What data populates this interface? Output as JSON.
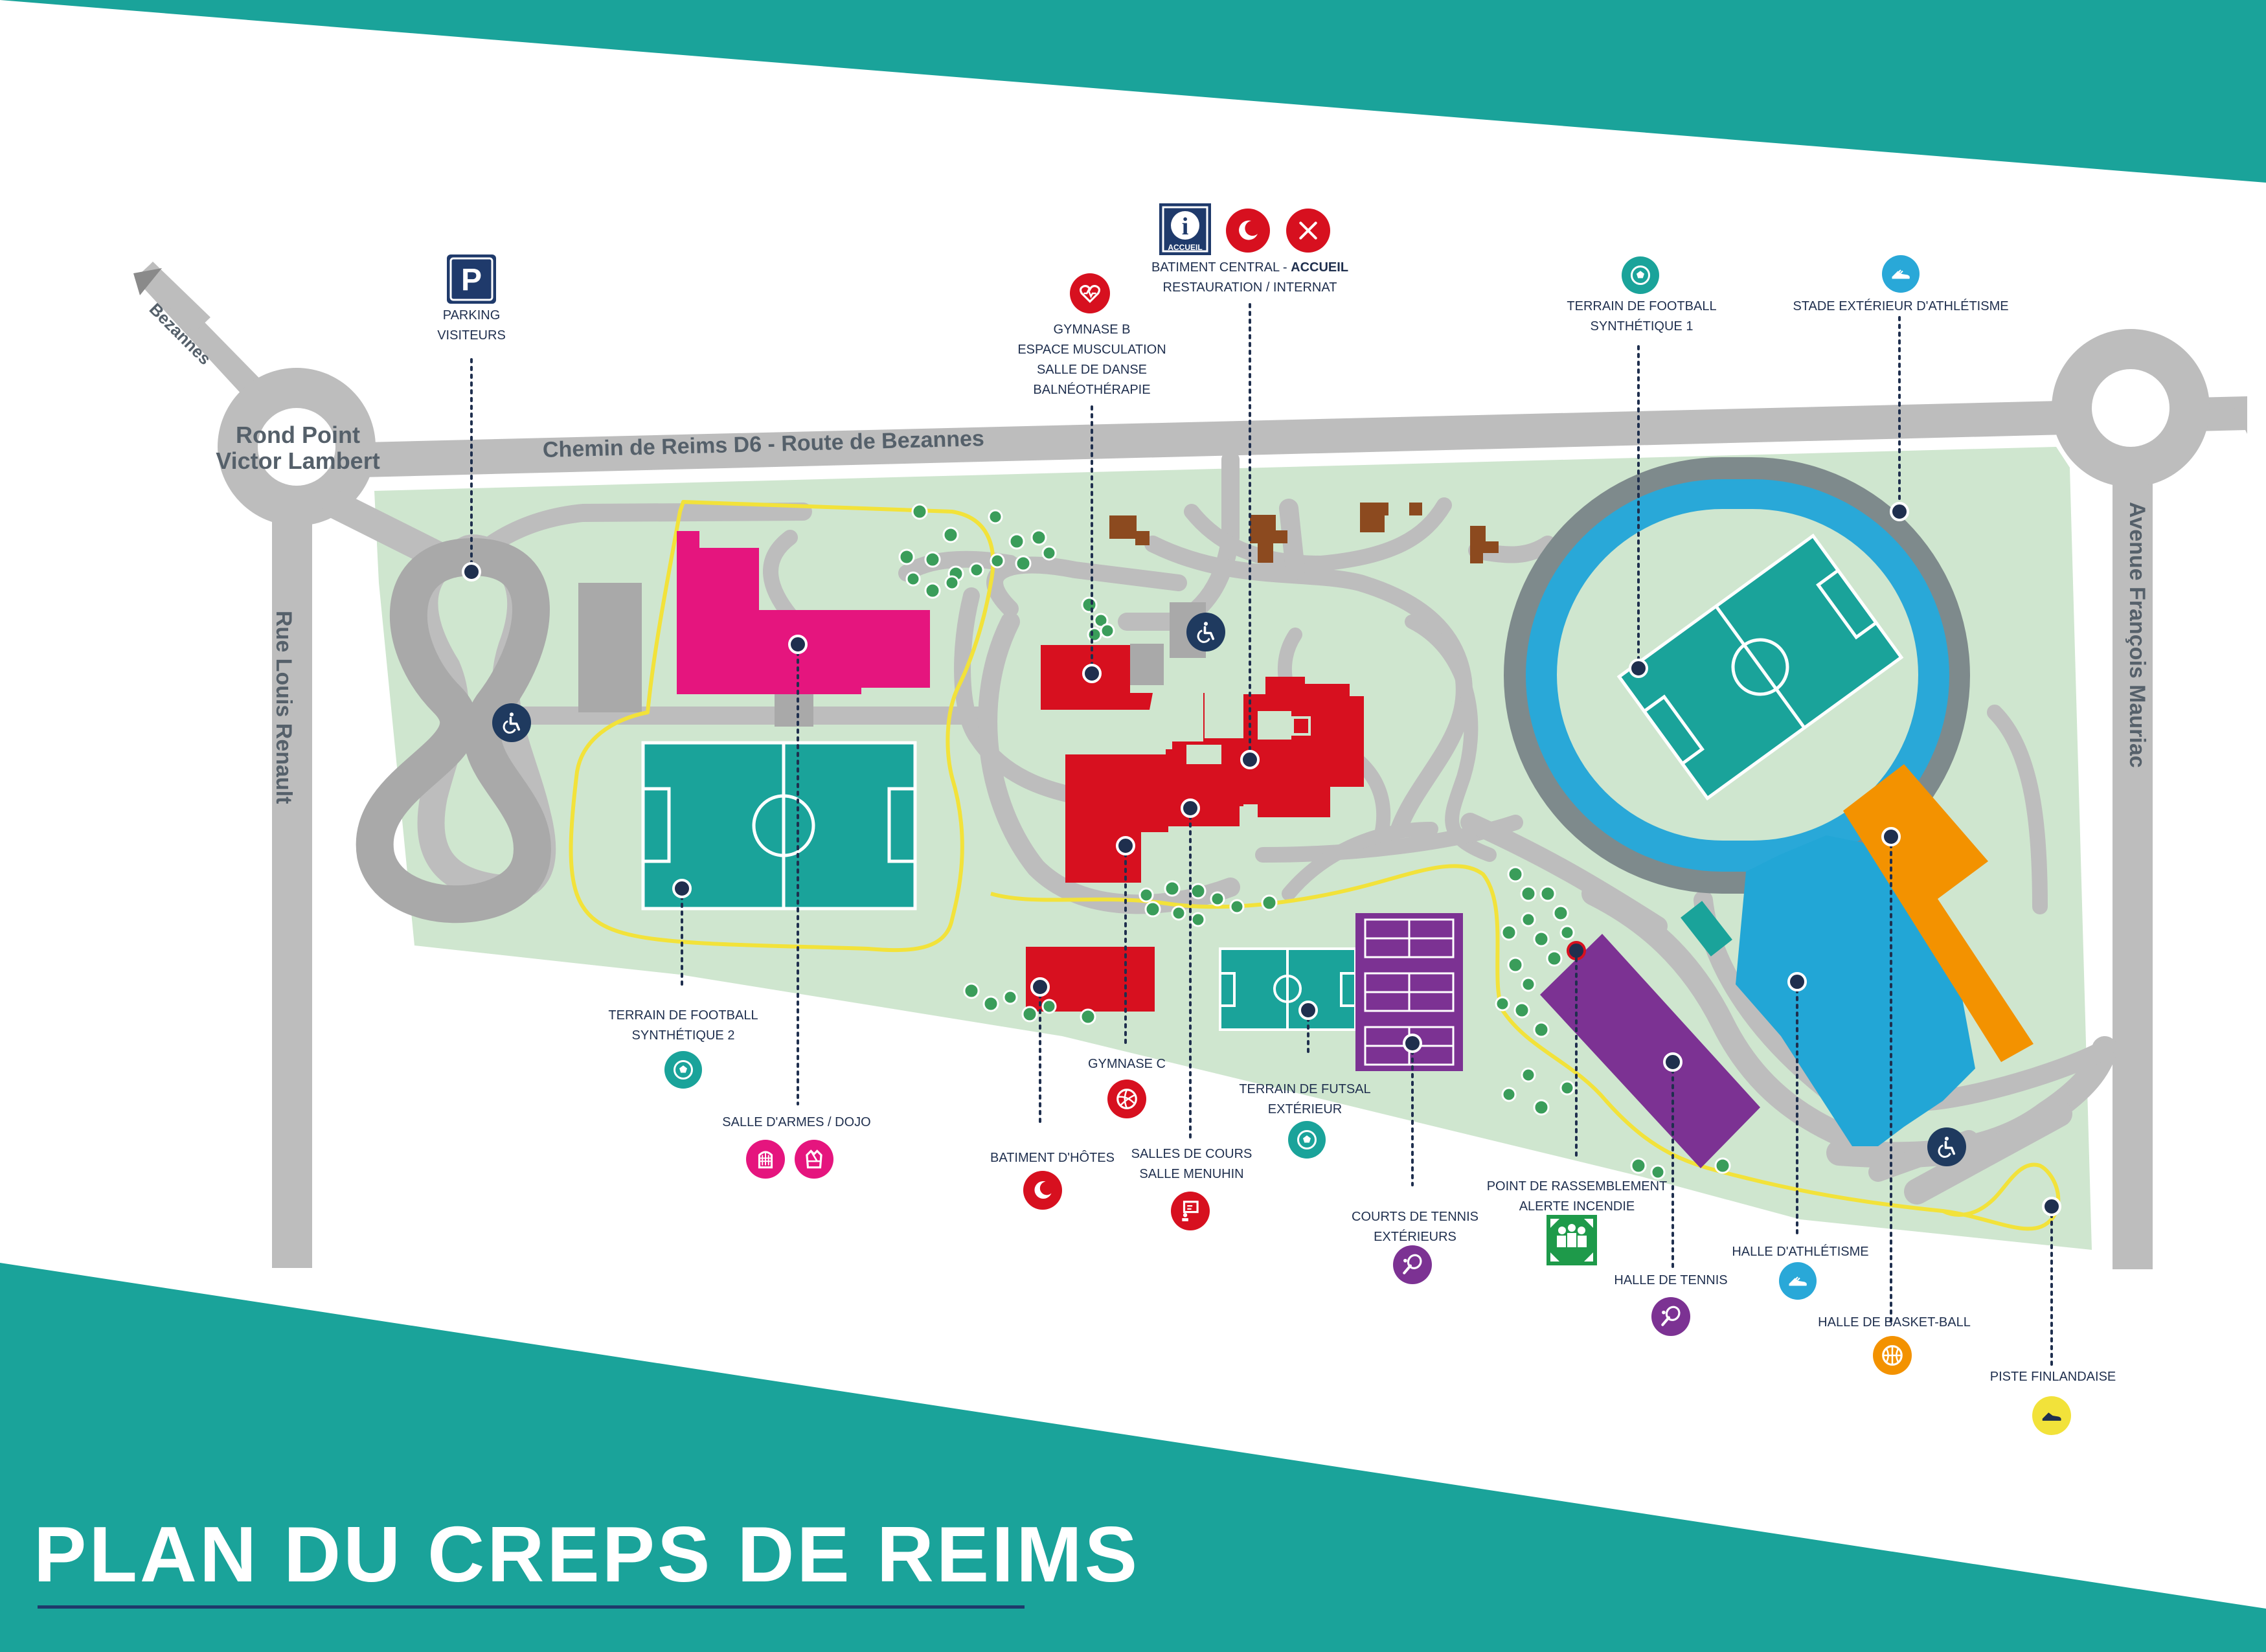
{
  "title": "PLAN DU CREPS DE REIMS",
  "colors": {
    "teal_band": "#1aa39a",
    "grounds": "#cfe6cf",
    "road": "#bdbdbd",
    "pitch": "#1aa39a",
    "track": "#29a8d8",
    "central_buildings": "#d7101f",
    "dojo_building": "#e5157e",
    "tennis_purple": "#7c3293",
    "basketball_orange": "#f39200",
    "athletics_blue": "#22a6d6",
    "houses_brown": "#8c4a1f",
    "jogging_path": "#f2e23a",
    "leader_lines": "#1f2f4e"
  },
  "roads": {
    "chemin": "Chemin de Reims D6 - Route de Bezannes",
    "louis_renault": "Rue Louis Renault",
    "mauriac": "Avenue François Mauriac",
    "bezannes": "Bezannes",
    "rond_point_1": "Rond Point",
    "rond_point_2": "Victor Lambert"
  },
  "labels": {
    "parking": [
      "PARKING",
      "VISITEURS"
    ],
    "central_1": "BATIMENT CENTRAL - ",
    "central_1b": "ACCUEIL",
    "central_2": "RESTAURATION / INTERNAT",
    "gymnase_b": [
      "GYMNASE B",
      "ESPACE MUSCULATION",
      "SALLE DE DANSE",
      "BALNÉOTHÉRAPIE"
    ],
    "foot_1": [
      "TERRAIN DE FOOTBALL",
      "SYNTHÉTIQUE 1"
    ],
    "stade": [
      "STADE EXTÉRIEUR D'ATHLÉTISME"
    ],
    "foot_2": [
      "TERRAIN DE FOOTBALL",
      "SYNTHÉTIQUE 2"
    ],
    "dojo": [
      "SALLE D'ARMES / DOJO"
    ],
    "batiment_hotes": [
      "BATIMENT D'HÔTES"
    ],
    "gymnase_c": [
      "GYMNASE C"
    ],
    "salles_cours": [
      "SALLES DE COURS",
      "SALLE MENUHIN"
    ],
    "futsal": [
      "TERRAIN DE FUTSAL",
      "EXTÉRIEUR"
    ],
    "courts_tennis": [
      "COURTS DE TENNIS",
      "EXTÉRIEURS"
    ],
    "rassemblement": [
      "POINT DE RASSEMBLEMENT",
      "ALERTE INCENDIE"
    ],
    "halle_tennis": [
      "HALLE DE TENNIS"
    ],
    "halle_athle": [
      "HALLE D'ATHLÉTISME"
    ],
    "halle_basket": [
      "HALLE DE BASKET-BALL"
    ],
    "piste": [
      "PISTE FINLANDAISE"
    ]
  },
  "icons": {
    "parking_letter": "P",
    "info_letter": "i",
    "info_caption": "ACCUEIL"
  }
}
